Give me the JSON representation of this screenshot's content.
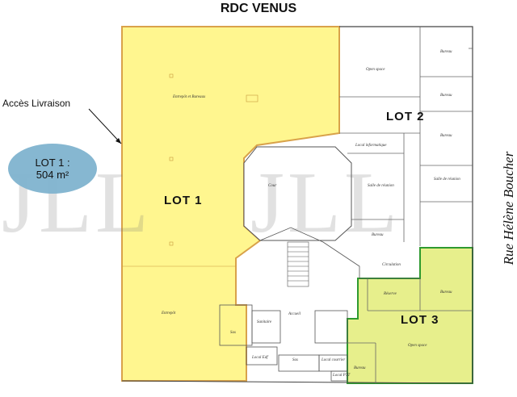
{
  "title": "RDC VENUS",
  "delivery_label": "Accès Livraison",
  "lot1_badge": {
    "line1": "LOT 1 :",
    "line2": "504 m²"
  },
  "street": "Rue Hélène Boucher",
  "watermark": "JLL",
  "lots": {
    "lot1": "LOT 1",
    "lot2": "LOT 2",
    "lot3": "LOT 3"
  },
  "rooms": {
    "entrepot_bureaux": "Entrepôt et Bureaux",
    "entrepot": "Entrepôt",
    "open_space_top": "Open space",
    "bureau_1": "Bureau",
    "bureau_2": "Bureau",
    "bureau_3": "Bureau",
    "local_info": "Local informatique",
    "salle_reunion_1": "Salle de réunion",
    "salle_reunion_2": "Salle de réunion",
    "cour": "Cour",
    "bureau_4": "Bureau",
    "circulation": "Circulation",
    "accueil": "Accueil",
    "bureau_5": "Bureau",
    "reserve": "Réserve",
    "open_space_lot3": "Open space",
    "bureau_6": "Bureau",
    "sas": "Sas",
    "sanitaire": "Sanitaire",
    "local_edf": "Local Edf",
    "local_courrier": "Local courrier",
    "local_ptt": "Local PTT",
    "sas_2": "Sas"
  },
  "colors": {
    "lot1_fill": "#fff68f",
    "lot3_fill": "#e7ef8c",
    "lot3_border": "#2f9a2f",
    "lot1_border": "#d9a24a",
    "badge": "#7fb3cf"
  }
}
